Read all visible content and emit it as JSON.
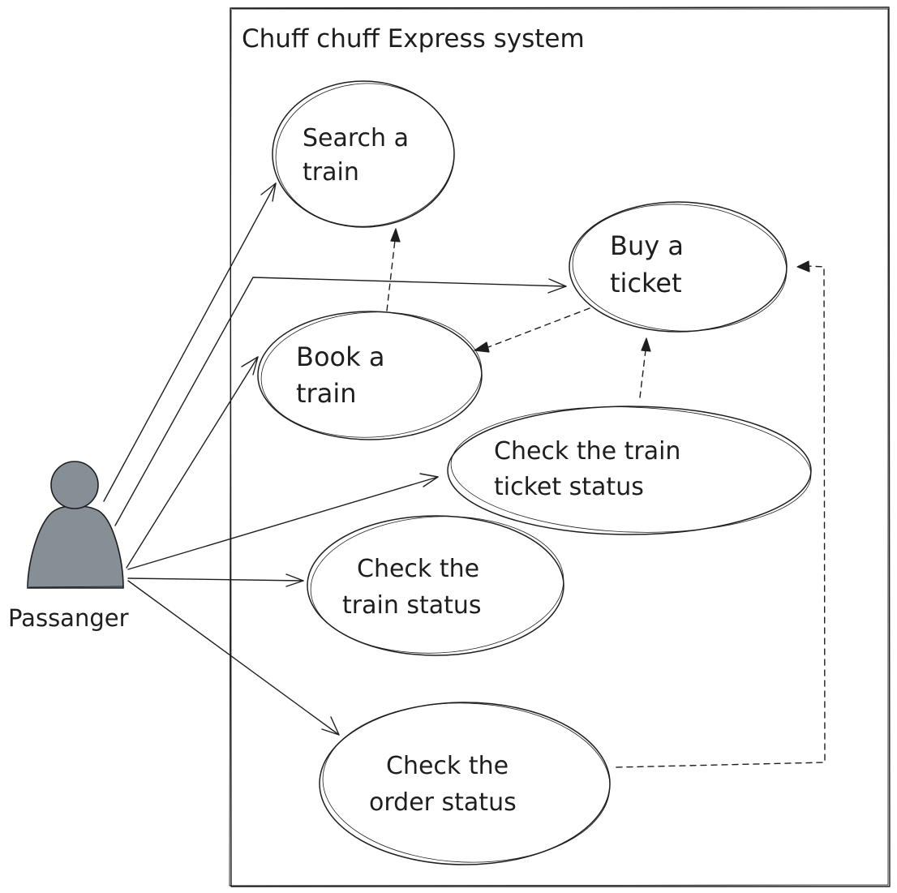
{
  "diagram": {
    "system_title": "Chuff chuff Express system",
    "actor": {
      "name": "Passanger",
      "color": "#868e96"
    },
    "use_cases": [
      {
        "id": "search",
        "lines": [
          "Search a",
          "train"
        ]
      },
      {
        "id": "buy",
        "lines": [
          "Buy a",
          "ticket"
        ]
      },
      {
        "id": "book",
        "lines": [
          "Book a",
          "train"
        ]
      },
      {
        "id": "check_ticket",
        "lines": [
          "Check the train",
          "ticket status"
        ]
      },
      {
        "id": "check_train",
        "lines": [
          "Check the",
          "train status"
        ]
      },
      {
        "id": "check_order",
        "lines": [
          "Check the",
          "order status"
        ]
      }
    ],
    "associations": [
      {
        "from": "Passanger",
        "to": "search"
      },
      {
        "from": "Passanger",
        "to": "buy"
      },
      {
        "from": "Passanger",
        "to": "book"
      },
      {
        "from": "Passanger",
        "to": "check_ticket"
      },
      {
        "from": "Passanger",
        "to": "check_train"
      },
      {
        "from": "Passanger",
        "to": "check_order"
      }
    ],
    "dependencies": [
      {
        "from": "book",
        "to": "search",
        "style": "dashed"
      },
      {
        "from": "buy",
        "to": "book",
        "style": "dashed"
      },
      {
        "from": "check_ticket",
        "to": "buy",
        "style": "dashed"
      },
      {
        "from": "check_order",
        "to": "buy",
        "style": "dashed"
      }
    ]
  }
}
